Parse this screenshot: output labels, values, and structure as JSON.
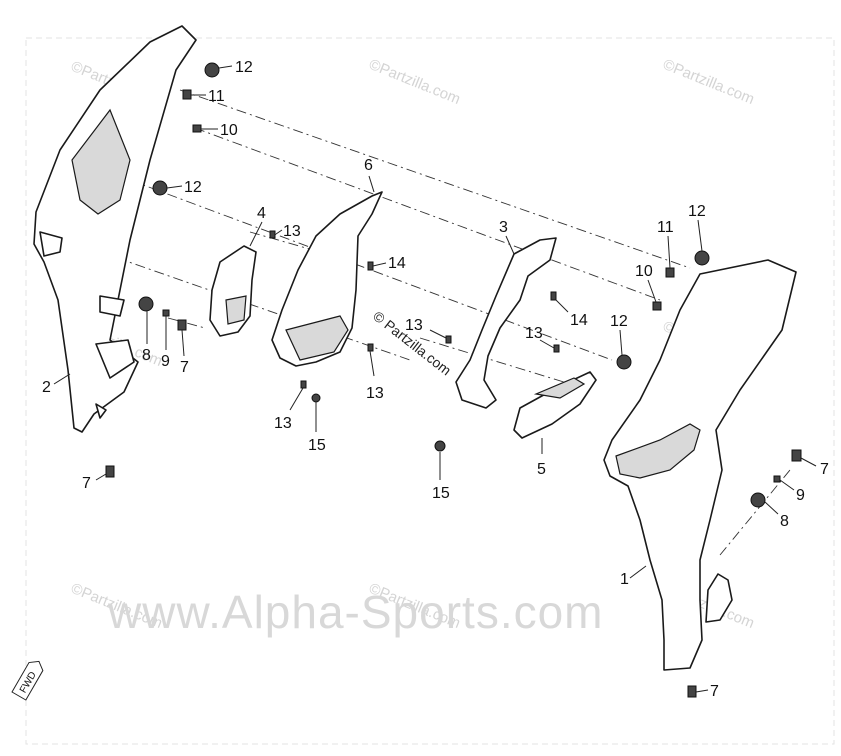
{
  "watermarks": {
    "partzilla_label": "©Partzilla.com",
    "alpha_sports_label": "www.Alpha-Sports.com",
    "center_label": "© Partzilla.com"
  },
  "fwd_badge": "FWD",
  "callouts": [
    {
      "id": "c12a",
      "label": "12"
    },
    {
      "id": "c11a",
      "label": "11"
    },
    {
      "id": "c10a",
      "label": "10"
    },
    {
      "id": "c12b",
      "label": "12"
    },
    {
      "id": "c6",
      "label": "6"
    },
    {
      "id": "c4",
      "label": "4"
    },
    {
      "id": "c13a",
      "label": "13"
    },
    {
      "id": "c14a",
      "label": "14"
    },
    {
      "id": "c8a",
      "label": "8"
    },
    {
      "id": "c9a",
      "label": "9"
    },
    {
      "id": "c7a",
      "label": "7"
    },
    {
      "id": "c2",
      "label": "2"
    },
    {
      "id": "c13b",
      "label": "13"
    },
    {
      "id": "c15a",
      "label": "15"
    },
    {
      "id": "c13c",
      "label": "13"
    },
    {
      "id": "c7b",
      "label": "7"
    },
    {
      "id": "c3",
      "label": "3"
    },
    {
      "id": "c14b",
      "label": "14"
    },
    {
      "id": "c13d",
      "label": "13"
    },
    {
      "id": "c13e",
      "label": "13"
    },
    {
      "id": "c15b",
      "label": "15"
    },
    {
      "id": "c5",
      "label": "5"
    },
    {
      "id": "c11b",
      "label": "11"
    },
    {
      "id": "c12c",
      "label": "12"
    },
    {
      "id": "c10b",
      "label": "10"
    },
    {
      "id": "c12d",
      "label": "12"
    },
    {
      "id": "c1",
      "label": "1"
    },
    {
      "id": "c7c",
      "label": "7"
    },
    {
      "id": "c9b",
      "label": "9"
    },
    {
      "id": "c8b",
      "label": "8"
    },
    {
      "id": "c7d",
      "label": "7"
    }
  ]
}
